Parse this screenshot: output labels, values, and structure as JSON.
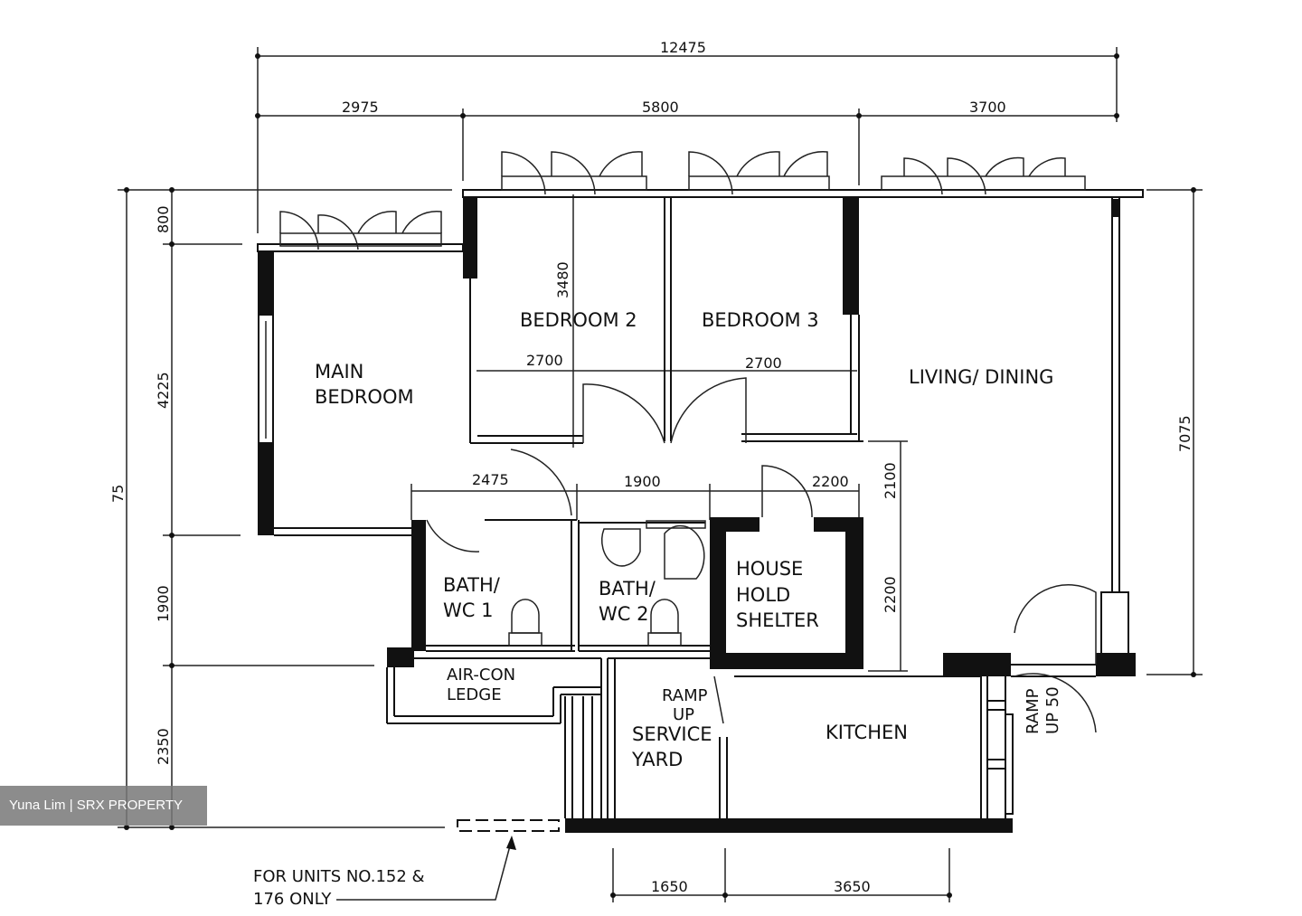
{
  "rooms": {
    "main_bedroom_1": "MAIN",
    "main_bedroom_2": "BEDROOM",
    "bedroom2": "BEDROOM 2",
    "bedroom3": "BEDROOM 3",
    "living": "LIVING/ DINING",
    "bath1_1": "BATH/",
    "bath1_2": "WC 1",
    "bath2_1": "BATH/",
    "bath2_2": "WC 2",
    "shelter_1": "HOUSE",
    "shelter_2": "HOLD",
    "shelter_3": "SHELTER",
    "aircon_1": "AIR-CON",
    "aircon_2": "LEDGE",
    "ramp1_1": "RAMP",
    "ramp1_2": "UP",
    "service_1": "SERVICE",
    "service_2": "YARD",
    "kitchen": "KITCHEN",
    "ramp2_1": "RAMP",
    "ramp2_2": "UP 50"
  },
  "dimensions": {
    "top_total": "12475",
    "top_a": "2975",
    "top_b": "5800",
    "top_c": "3700",
    "left_a": "800",
    "left_b": "4225",
    "left_c": "1900",
    "left_d": "2350",
    "left_total_partial": "75",
    "right_total": "7075",
    "inner_3480": "3480",
    "inner_2700a": "2700",
    "inner_2700b": "2700",
    "inner_2475": "2475",
    "inner_1900": "1900",
    "inner_2200": "2200",
    "inner_2100": "2100",
    "inner_2200v": "2200",
    "bottom_a": "1650",
    "bottom_b": "3650"
  },
  "note": {
    "line1": "FOR UNITS NO.152 &",
    "line2": "176 ONLY"
  },
  "watermark": "Yuna Lim | SRX PROPERTY"
}
